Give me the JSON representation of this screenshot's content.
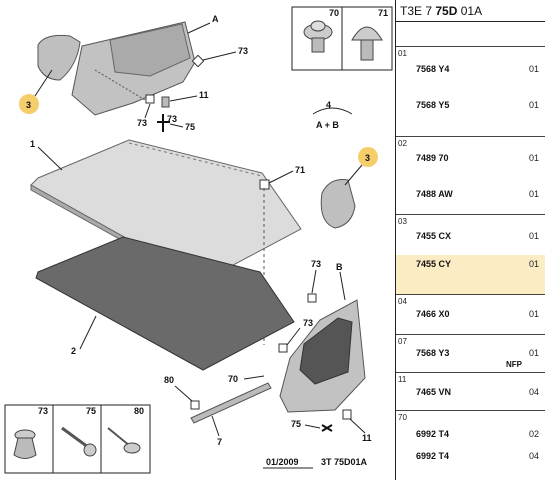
{
  "diagram": {
    "labels": {
      "a": "A",
      "b": "B",
      "one": "1",
      "two": "2",
      "three_left": "3",
      "three_right": "3",
      "four": "4",
      "a_plus_b": "A + B",
      "seven": "7",
      "eleven_top": "11",
      "eleven_bottom": "11",
      "seventy_top": "70",
      "seventy_bottom": "70",
      "seventy_one_top": "71",
      "seventy_one_mid": "71",
      "seventy_three_top": "73",
      "seventy_three_left": "73",
      "seventy_three_mid": "73",
      "seventy_three_low": "73",
      "seventy_five_top": "75",
      "seventy_five_bottom": "75",
      "eighty": "80"
    },
    "inset_top": {
      "c1": "70",
      "c2": "71"
    },
    "inset_bottom": {
      "c1": "73",
      "c2": "75",
      "c3": "80"
    },
    "footer": {
      "date": "01/2009",
      "ref": "3T 75D01A"
    }
  },
  "panel": {
    "title_prefix": "T3E 7",
    "title_bold": "75D",
    "title_suffix": "01A",
    "groups": [
      {
        "code": "01",
        "rows": [
          {
            "ref": "7568 Y4",
            "qty": "01"
          },
          {
            "ref": "7568 Y5",
            "qty": "01"
          }
        ]
      },
      {
        "code": "02",
        "rows": [
          {
            "ref": "7489 70",
            "qty": "01"
          },
          {
            "ref": "7488 AW",
            "qty": "01"
          }
        ]
      },
      {
        "code": "03",
        "rows": [
          {
            "ref": "7455 CX",
            "qty": "01"
          },
          {
            "ref": "7455 CY",
            "qty": "01"
          }
        ]
      },
      {
        "code": "04",
        "rows": [
          {
            "ref": "7466 X0",
            "qty": "01"
          }
        ]
      },
      {
        "code": "07",
        "rows": [
          {
            "ref": "7568 Y3",
            "qty": "01",
            "note": "NFP"
          }
        ]
      },
      {
        "code": "11",
        "rows": [
          {
            "ref": "7465 VN",
            "qty": "04"
          }
        ]
      },
      {
        "code": "70",
        "rows": [
          {
            "ref": "6992 T4",
            "qty": "02"
          },
          {
            "ref": "6992 T4",
            "qty": "04"
          }
        ]
      }
    ]
  }
}
